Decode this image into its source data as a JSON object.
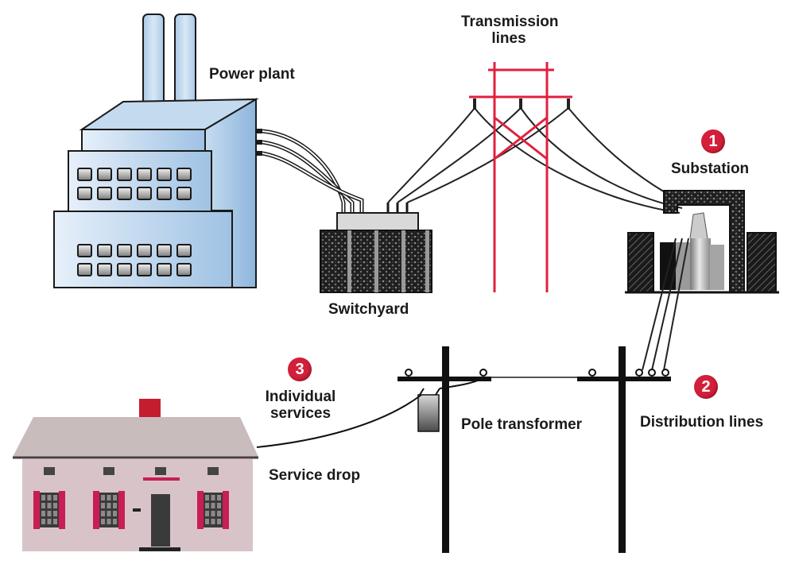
{
  "title": "Electric power delivery system",
  "labels": {
    "power_plant": "Power plant",
    "transmission_lines_line1": "Transmission",
    "transmission_lines_line2": "lines",
    "substation": "Substation",
    "switchyard": "Switchyard",
    "individual_services_line1": "Individual",
    "individual_services_line2": "services",
    "service_drop": "Service drop",
    "pole_transformer": "Pole transformer",
    "distribution_lines": "Distribution lines"
  },
  "badges": {
    "substation": "1",
    "distribution_lines": "2",
    "individual_services": "3"
  },
  "colors": {
    "badge": "#d41f3a",
    "tower": "#e0203f",
    "plant_fill": "#b9d4ec",
    "house_wall": "#d8c4c8",
    "house_roof": "#c9bcbd",
    "shutters": "#c81e55",
    "chimney": "#c41e2e"
  }
}
